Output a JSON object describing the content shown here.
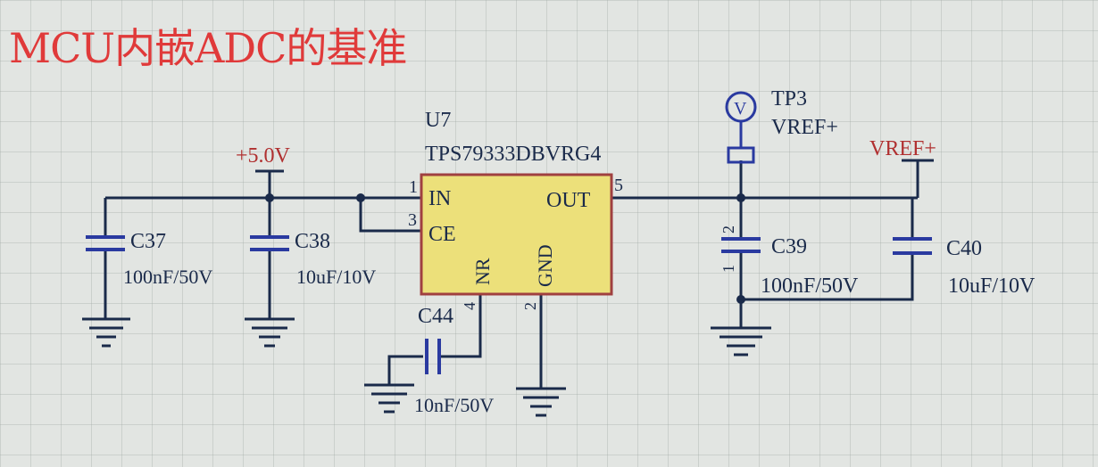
{
  "title": "MCU内嵌ADC的基准",
  "ic": {
    "ref": "U7",
    "part": "TPS79333DBVRG4",
    "pins": {
      "in": {
        "name": "IN",
        "num": "1"
      },
      "ce": {
        "name": "CE",
        "num": "3"
      },
      "out": {
        "name": "OUT",
        "num": "5"
      },
      "nr": {
        "name": "NR",
        "num": "4"
      },
      "gnd": {
        "name": "GND",
        "num": "2"
      }
    }
  },
  "power": {
    "input_label": "+5.0V",
    "vref_label": "VREF+"
  },
  "testpoint": {
    "ref": "TP3",
    "net": "VREF+",
    "symbol": "V"
  },
  "capacitors": {
    "c37": {
      "ref": "C37",
      "value": "100nF/50V"
    },
    "c38": {
      "ref": "C38",
      "value": "10uF/10V"
    },
    "c44": {
      "ref": "C44",
      "value": "10nF/50V"
    },
    "c39": {
      "ref": "C39",
      "value": "100nF/50V",
      "pin_top": "2",
      "pin_bottom": "1"
    },
    "c40": {
      "ref": "C40",
      "value": "10uF/10V"
    }
  },
  "colors": {
    "wire": "#1a2a4a",
    "cap": "#2a3aa0",
    "title": "#e03a3a",
    "net_label": "#b03030",
    "ic_fill": "#ece07a",
    "ic_border": "#a04040"
  }
}
